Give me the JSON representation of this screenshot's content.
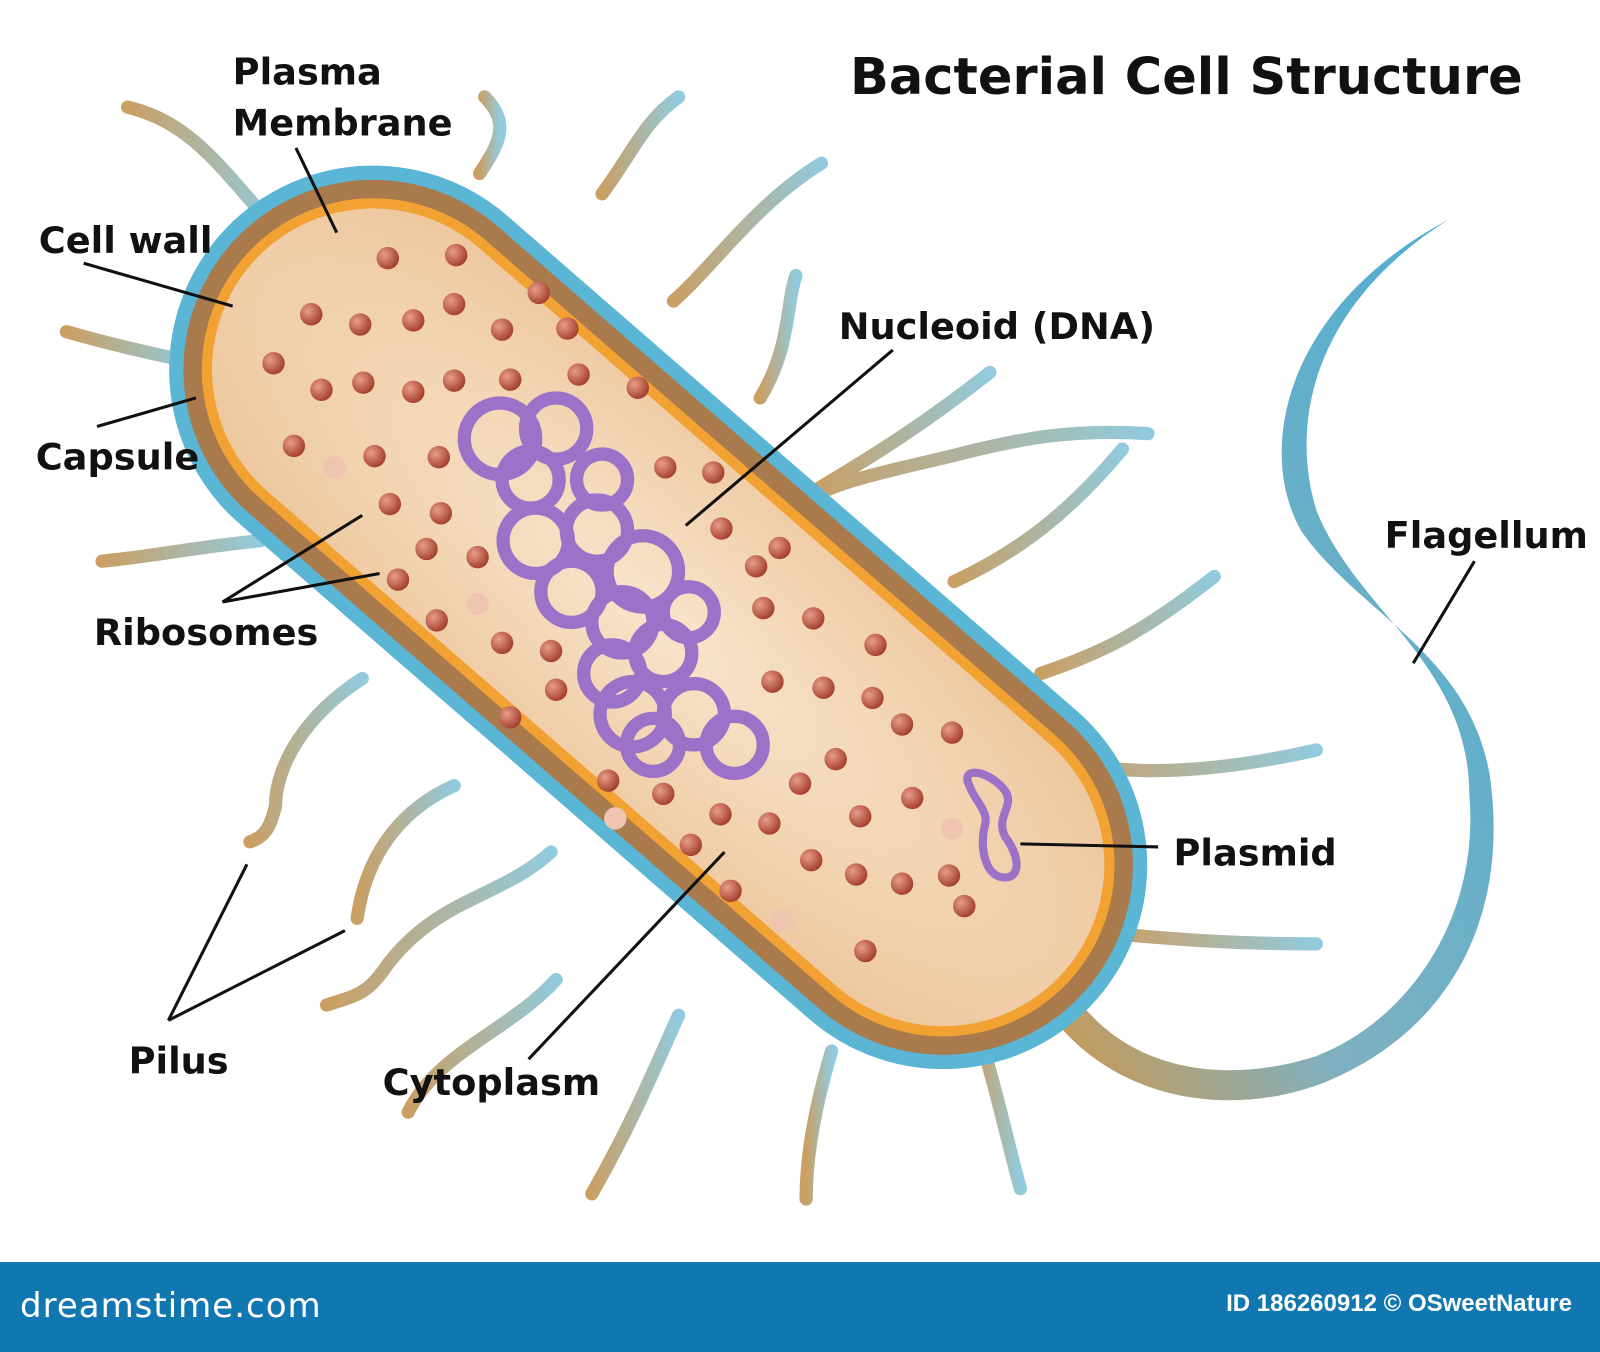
{
  "title": "Bacterial Cell Structure",
  "labels": {
    "plasma_membrane_1": "Plasma",
    "plasma_membrane_2": "Membrane",
    "cell_wall": "Cell wall",
    "capsule": "Capsule",
    "ribosomes": "Ribosomes",
    "pilus": "Pilus",
    "cytoplasm": "Cytoplasm",
    "nucleoid": "Nucleoid (DNA)",
    "flagellum": "Flagellum",
    "plasmid": "Plasmid"
  },
  "footer": {
    "brand": "dreamstime.com",
    "credit": "ID 186260912 © OSweetNature"
  },
  "colors": {
    "capsule": "#5bb5d5",
    "cell_wall": "#a87a4c",
    "membrane": "#f2a233",
    "cytoplasm": "#f6dcc0",
    "ribosome": "#a8402e",
    "dna": "#9b72c8",
    "footer": "#1177b0"
  }
}
